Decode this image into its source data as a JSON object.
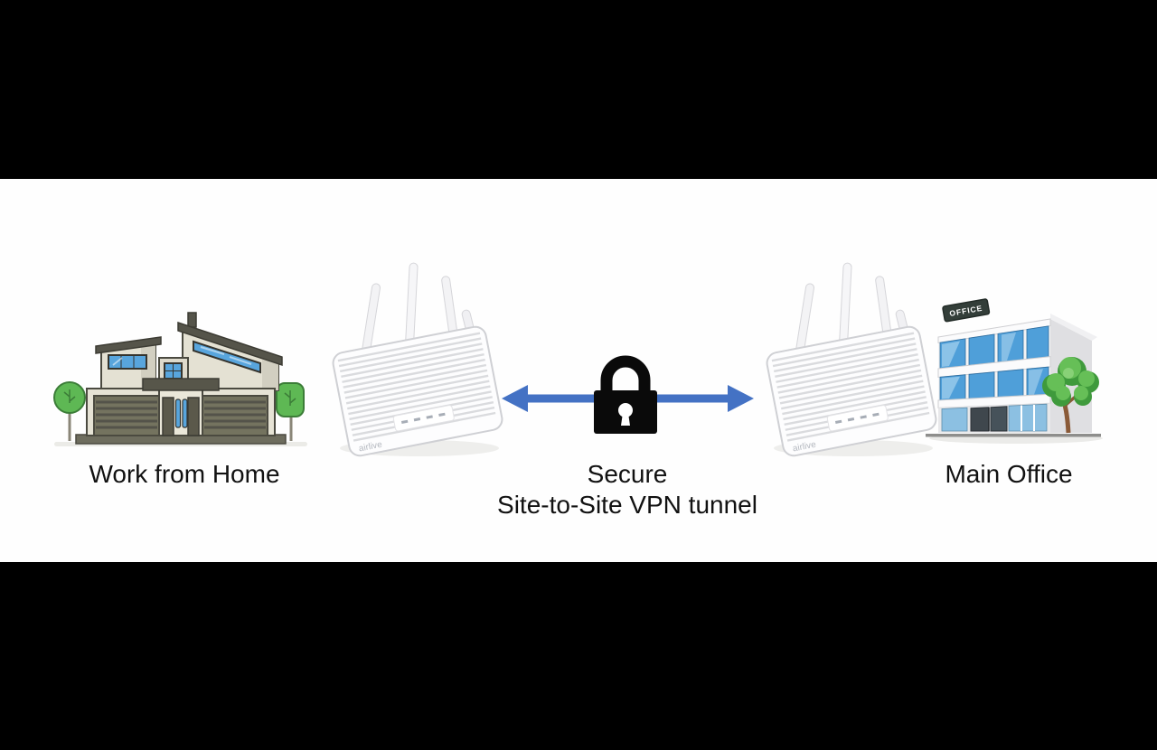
{
  "slide": {
    "background": "#000000",
    "canvas_background": "#fefefe",
    "text_color": "#111111"
  },
  "sites": {
    "home": {
      "label": "Work from Home",
      "icon": "house-illustration"
    },
    "office": {
      "label": "Main Office",
      "icon": "office-building-illustration",
      "sign": "OFFICE"
    }
  },
  "tunnel": {
    "title": "Secure",
    "subtitle": "Site-to-Site VPN tunnel",
    "icon": "lock-icon",
    "arrow_icon": "double-headed-arrow",
    "arrow_color": "#4472C4",
    "lock_color": "#0a0a0a"
  },
  "router": {
    "brand": "airlive",
    "icon": "wifi-router-icon",
    "count": 2
  },
  "colors": {
    "house_wall": "#e4e1d3",
    "house_roof": "#55544a",
    "window_blue": "#58a5dd",
    "tree_green": "#5eb854",
    "office_glass": "#4f9fd9"
  }
}
